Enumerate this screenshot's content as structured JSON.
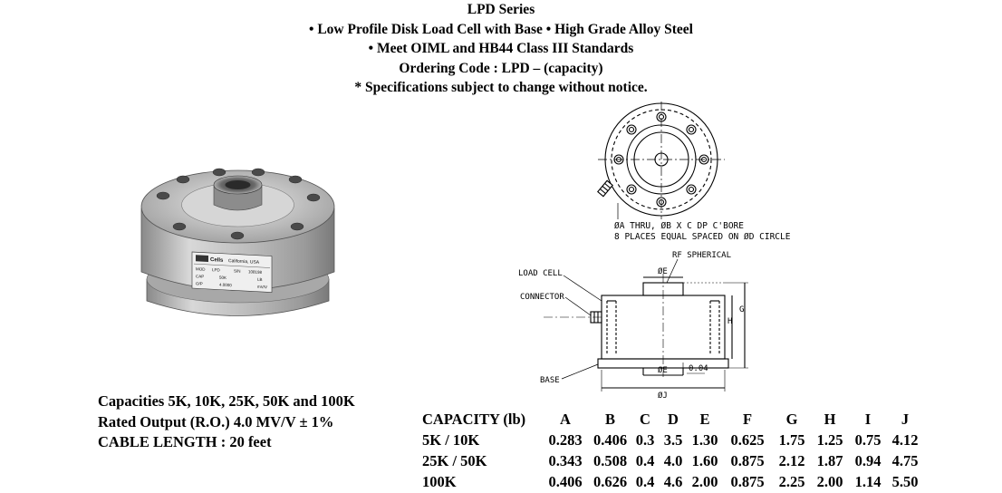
{
  "header": {
    "title": "LPD Series",
    "line1": "• Low Profile Disk Load Cell with Base • High Grade Alloy Steel",
    "line2": "• Meet OIML and HB44 Class III Standards",
    "line3": "Ordering Code : LPD – (capacity)",
    "line4": "* Specifications subject to change without notice."
  },
  "photo": {
    "brand": "Cells",
    "origin": "California, USA",
    "plate_rows": [
      {
        "k": "MOD",
        "v": "LPD",
        "k2": "S/N",
        "v2": "108198"
      },
      {
        "k": "CAP",
        "v": "50K",
        "k2": "",
        "v2": "LB"
      },
      {
        "k": "O/P",
        "v": "4.0000",
        "k2": "",
        "v2": "mV/V"
      }
    ]
  },
  "drawing": {
    "note_line1": "ØA THRU, ØB X C DP C'BORE",
    "note_line2": "8 PLACES EQUAL SPACED ON ØD CIRCLE",
    "label_rf": "RF SPHERICAL",
    "label_load_cell": "LOAD CELL",
    "label_connector": "CONNECTOR",
    "label_base": "BASE",
    "label_e_top": "ØE",
    "label_e_bottom": "ØE",
    "label_j": "ØJ",
    "label_g": "G",
    "label_h": "H",
    "label_dim": "0.04"
  },
  "specs": {
    "capacities": "Capacities 5K, 10K, 25K, 50K and 100K",
    "rated_output": "Rated Output (R.O.) 4.0 MV/V ± 1%",
    "cable_length": "CABLE LENGTH : 20 feet"
  },
  "table": {
    "headers": [
      "CAPACITY (lb)",
      "A",
      "B",
      "C",
      "D",
      "E",
      "F",
      "G",
      "H",
      "I",
      "J"
    ],
    "rows": [
      [
        "5K / 10K",
        "0.283",
        "0.406",
        "0.3",
        "3.5",
        "1.30",
        "0.625",
        "1.75",
        "1.25",
        "0.75",
        "4.12"
      ],
      [
        "25K / 50K",
        "0.343",
        "0.508",
        "0.4",
        "4.0",
        "1.60",
        "0.875",
        "2.12",
        "1.87",
        "0.94",
        "4.75"
      ],
      [
        "100K",
        "0.406",
        "0.626",
        "0.4",
        "4.6",
        "2.00",
        "0.875",
        "2.25",
        "2.00",
        "1.14",
        "5.50"
      ]
    ]
  }
}
